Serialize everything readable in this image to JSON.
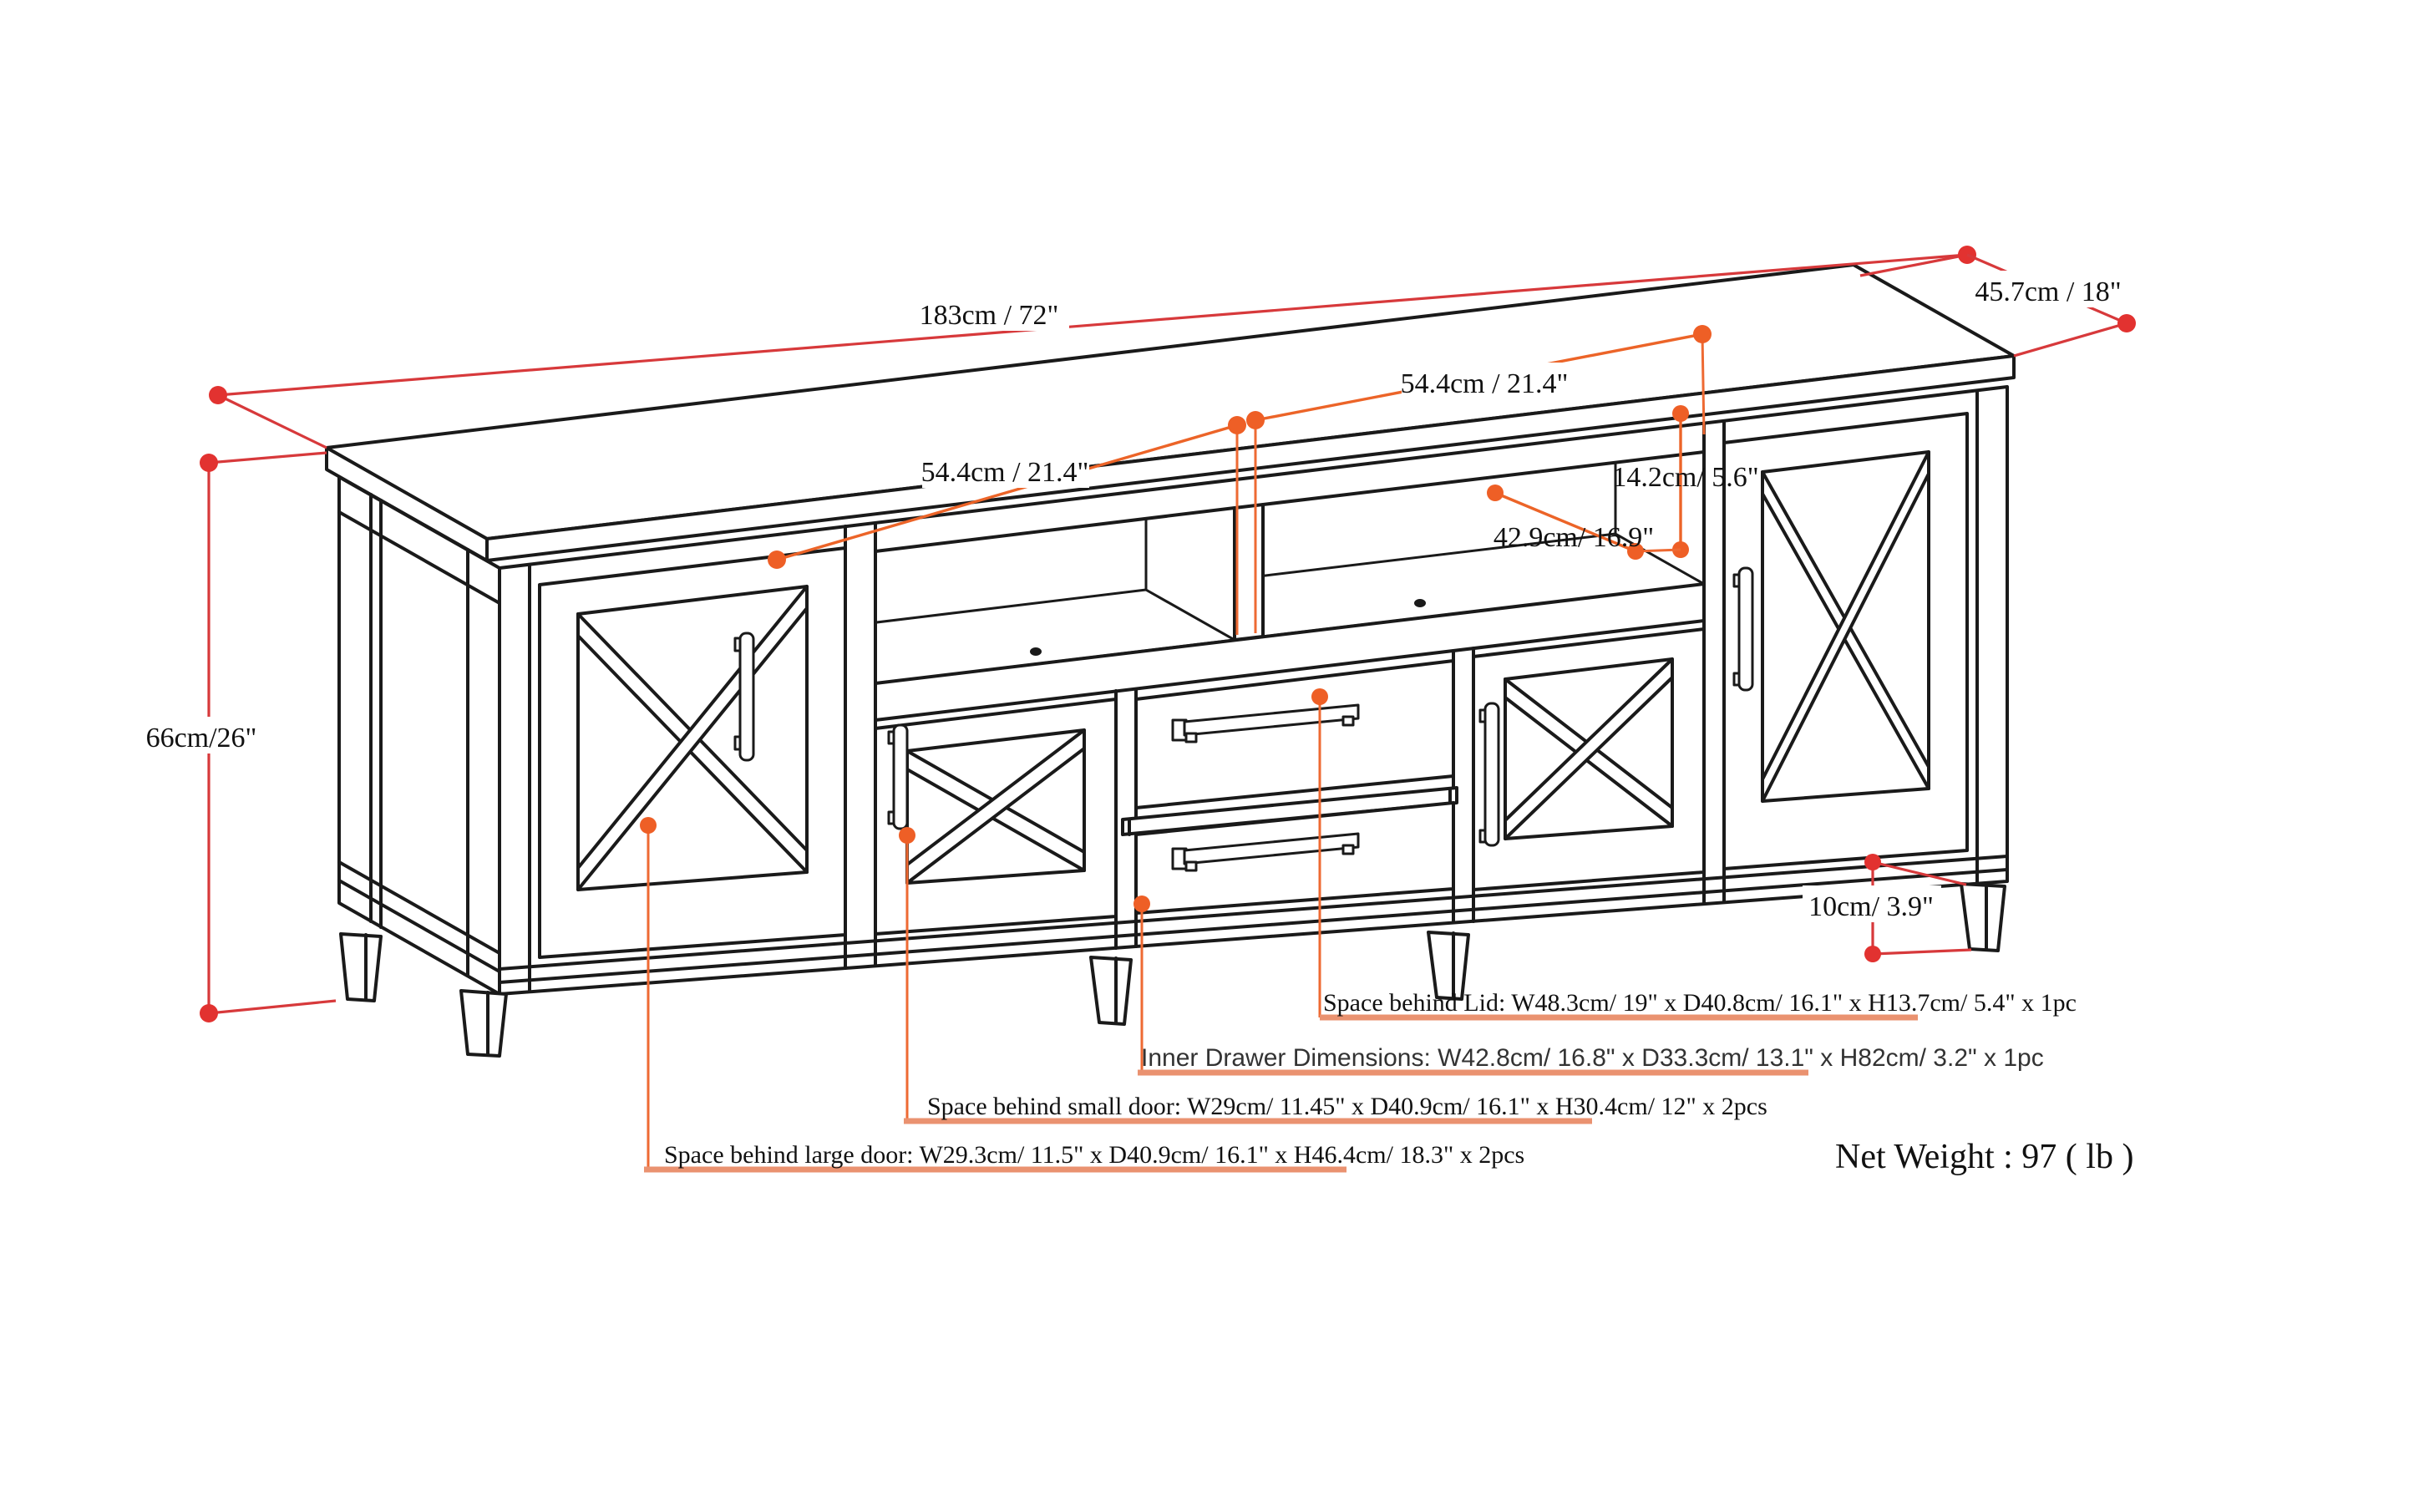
{
  "diagram": {
    "labels": {
      "width": "183cm / 72\"",
      "depth": "45.7cm / 18\"",
      "height": "66cm/26\"",
      "leg_height": "10cm/ 3.9\"",
      "opening_width_left": "54.4cm / 21.4\"",
      "opening_width_right": "54.4cm / 21.4\"",
      "opening_height": "14.2cm/ 5.6\"",
      "opening_depth": "42.9cm/ 16.9\""
    },
    "notes": {
      "lid": "Space behind Lid: W48.3cm/ 19\" x D40.8cm/ 16.1\" x H13.7cm/ 5.4\" x 1pc",
      "inner_drawer": "Inner Drawer Dimensions: W42.8cm/ 16.8\" x D33.3cm/ 13.1\" x H82cm/ 3.2\" x 1pc",
      "small_door": "Space behind small door: W29cm/ 11.45\" x D40.9cm/ 16.1\" x H30.4cm/ 12\" x 2pcs",
      "large_door": "Space behind large door: W29.3cm/ 11.5\" x D40.9cm/ 16.1\" x H46.4cm/ 18.3\" x 2pcs"
    },
    "net_weight": "Net Weight : 97 ( lb )",
    "colors": {
      "line_art": "#1a1a1a",
      "dimension_red": "#d7393b",
      "dimension_orange": "#ec6428",
      "underline_salmon": "#ea9270",
      "background": "#ffffff"
    }
  }
}
